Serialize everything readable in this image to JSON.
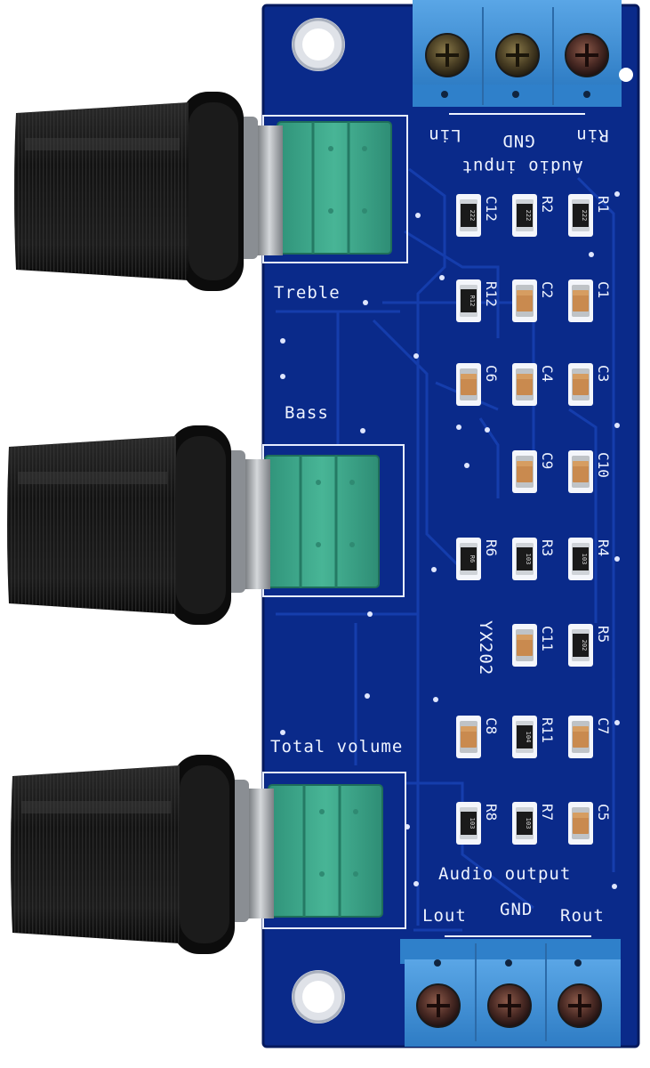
{
  "board": {
    "model": "YX202",
    "colors": {
      "pcb": "#0a2a8a",
      "pcb_dark": "#071e6a",
      "trace": "#123aa8",
      "silk": "#eef3ff",
      "terminal": "#3d8fd8",
      "pot_body": "#3aa489",
      "knob": "#141414",
      "metal": "#b9bcc0"
    }
  },
  "labels": {
    "input_top": "Audio input",
    "input_lin": "Lin",
    "input_gnd": "GND",
    "input_rin": "Rin",
    "treble": "Treble",
    "bass": "Bass",
    "total_volume": "Total volume",
    "output_title": "Audio output",
    "lout": "Lout",
    "gnd": "GND",
    "rout": "Rout"
  },
  "components": {
    "row1": [
      {
        "id": "c12",
        "ref": "C12",
        "type": "res",
        "code": "222"
      },
      {
        "id": "r2",
        "ref": "R2",
        "type": "res",
        "code": "222"
      },
      {
        "id": "r1",
        "ref": "R1",
        "type": "res",
        "code": "222"
      }
    ],
    "row2": [
      {
        "id": "r12",
        "ref": "R12",
        "type": "res",
        "code": "R12"
      },
      {
        "id": "c2",
        "ref": "C2",
        "type": "cap",
        "code": ""
      },
      {
        "id": "c1",
        "ref": "C1",
        "type": "cap",
        "code": ""
      }
    ],
    "row3": [
      {
        "id": "c6",
        "ref": "C6",
        "type": "cap",
        "code": ""
      },
      {
        "id": "c4",
        "ref": "C4",
        "type": "cap",
        "code": ""
      },
      {
        "id": "c3",
        "ref": "C3",
        "type": "cap",
        "code": ""
      }
    ],
    "row4": [
      {
        "id": "c9",
        "ref": "C9",
        "type": "cap",
        "code": ""
      },
      {
        "id": "c10",
        "ref": "C10",
        "type": "cap",
        "code": ""
      }
    ],
    "row5": [
      {
        "id": "r6",
        "ref": "R6",
        "type": "res",
        "code": "R6"
      },
      {
        "id": "r3",
        "ref": "R3",
        "type": "res",
        "code": "103"
      },
      {
        "id": "r4",
        "ref": "R4",
        "type": "res",
        "code": "103"
      }
    ],
    "row6": [
      {
        "id": "c11",
        "ref": "C11",
        "type": "cap",
        "code": ""
      },
      {
        "id": "r5",
        "ref": "R5",
        "type": "res",
        "code": "202"
      }
    ],
    "row7": [
      {
        "id": "c8",
        "ref": "C8",
        "type": "cap",
        "code": ""
      },
      {
        "id": "r11",
        "ref": "R11",
        "type": "res",
        "code": "104"
      },
      {
        "id": "c7",
        "ref": "C7",
        "type": "cap",
        "code": ""
      }
    ],
    "row8": [
      {
        "id": "r8",
        "ref": "R8",
        "type": "res",
        "code": "103"
      },
      {
        "id": "r7",
        "ref": "R7",
        "type": "res",
        "code": "103"
      },
      {
        "id": "c5",
        "ref": "C5",
        "type": "cap",
        "code": ""
      }
    ]
  },
  "icons": {
    "mount_hole": "mounting-hole-icon",
    "screw": "screw-terminal-icon",
    "knob": "rotary-knob-icon"
  }
}
